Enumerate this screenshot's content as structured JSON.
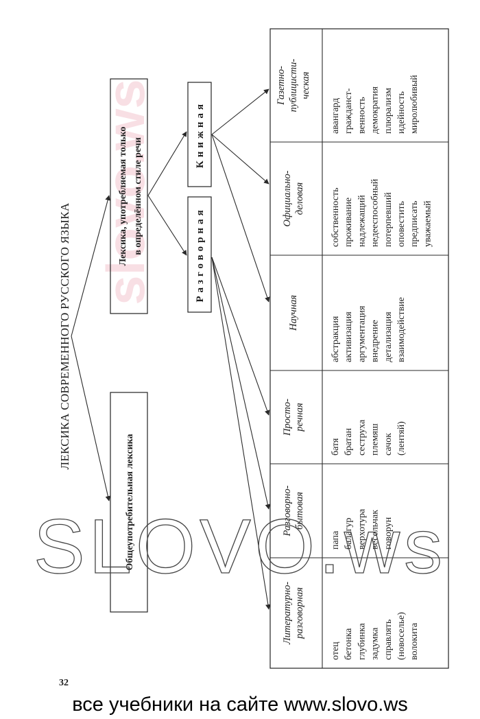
{
  "title": "ЛЕКСИКА СОВРЕМЕННОГО РУССКОГО ЯЗЫКА",
  "common": "Общеупотребительная лексика",
  "styled": {
    "line1": "Лексика, употребляемая только",
    "line2": "в определённом стиле речи"
  },
  "colloquial": "Разговорная",
  "bookish": "Книжная",
  "categories": [
    {
      "lines": [
        "Литературно-",
        "разговорная"
      ],
      "words": [
        "отец",
        "бетонка",
        "глубинка",
        "задумка",
        "справлять",
        "(новоселье)",
        "волокита"
      ]
    },
    {
      "lines": [
        "Разговорно-",
        "бытовая"
      ],
      "words": [
        "папа",
        "балагур",
        "верхотура",
        "весельчак",
        "говорун"
      ]
    },
    {
      "lines": [
        "Просто-",
        "речная"
      ],
      "words": [
        "батя",
        "братан",
        "сеструха",
        "племяш",
        "сачок",
        "(лентяй)"
      ]
    },
    {
      "lines": [
        "Научная"
      ],
      "words": [
        "абстракция",
        "активизация",
        "аргументация",
        "внедрение",
        "детализация",
        "взаимодействие"
      ]
    },
    {
      "lines": [
        "Официально-",
        "деловая"
      ],
      "words": [
        "собственность",
        "проживание",
        "надлежащий",
        "недееспособный",
        "потерпевший",
        "оповестить",
        "предписать",
        "уважаемый"
      ]
    },
    {
      "lines": [
        "Газетно-",
        "публицисти-",
        "ческая"
      ],
      "words": [
        "авангард",
        "гражданст-",
        "венность",
        "демократия",
        "плюрализм",
        "идейность",
        "миролюбивый"
      ]
    }
  ],
  "page_number": "32",
  "watermark": "SLOVO.ws",
  "watermark_small": "slovo.ws",
  "footer": "все учебники на сайте www.slovo.ws"
}
